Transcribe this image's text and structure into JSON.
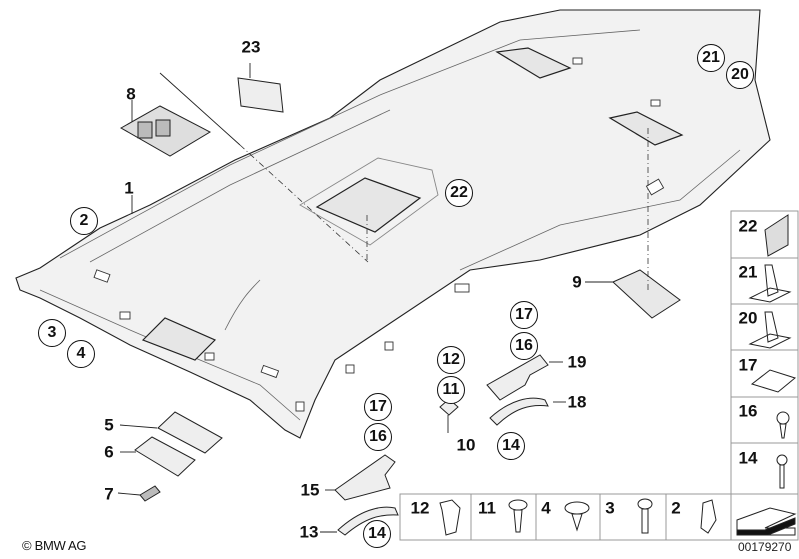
{
  "diagram": {
    "subject": "Headliner (roof lining) exploded parts view",
    "callouts_plain": [
      {
        "id": "1",
        "label": "1"
      },
      {
        "id": "5",
        "label": "5"
      },
      {
        "id": "6",
        "label": "6"
      },
      {
        "id": "7",
        "label": "7"
      },
      {
        "id": "8",
        "label": "8"
      },
      {
        "id": "9",
        "label": "9"
      },
      {
        "id": "10",
        "label": "10"
      },
      {
        "id": "13",
        "label": "13"
      },
      {
        "id": "15",
        "label": "15"
      },
      {
        "id": "18",
        "label": "18"
      },
      {
        "id": "19",
        "label": "19"
      },
      {
        "id": "23",
        "label": "23"
      }
    ],
    "callouts_circled": [
      {
        "id": "c2",
        "label": "2"
      },
      {
        "id": "c3",
        "label": "3"
      },
      {
        "id": "c4",
        "label": "4"
      },
      {
        "id": "c11",
        "label": "11"
      },
      {
        "id": "c12",
        "label": "12"
      },
      {
        "id": "c14a",
        "label": "14"
      },
      {
        "id": "c14b",
        "label": "14"
      },
      {
        "id": "c16a",
        "label": "16"
      },
      {
        "id": "c16b",
        "label": "16"
      },
      {
        "id": "c17a",
        "label": "17"
      },
      {
        "id": "c17b",
        "label": "17"
      },
      {
        "id": "c20",
        "label": "20"
      },
      {
        "id": "c21",
        "label": "21"
      },
      {
        "id": "c22",
        "label": "22"
      }
    ],
    "legend_right": [
      {
        "num": "22",
        "icon": "clip-plate-icon"
      },
      {
        "num": "21",
        "icon": "holder-clip-icon"
      },
      {
        "num": "20",
        "icon": "holder-clip-icon"
      },
      {
        "num": "17",
        "icon": "spring-nut-icon"
      },
      {
        "num": "16",
        "icon": "oval-head-screw-icon"
      },
      {
        "num": "14",
        "icon": "tapping-screw-icon"
      }
    ],
    "legend_bottom": [
      {
        "num": "12",
        "icon": "expanding-nut-icon"
      },
      {
        "num": "11",
        "icon": "oval-head-screw-icon"
      },
      {
        "num": "4",
        "icon": "expanding-rivet-icon"
      },
      {
        "num": "3",
        "icon": "machine-screw-icon"
      },
      {
        "num": "2",
        "icon": "clamp-clip-icon"
      },
      {
        "num": "",
        "icon": "direction-arrow-icon"
      }
    ],
    "copyright": "© BMW AG",
    "part_number": "00179270"
  }
}
